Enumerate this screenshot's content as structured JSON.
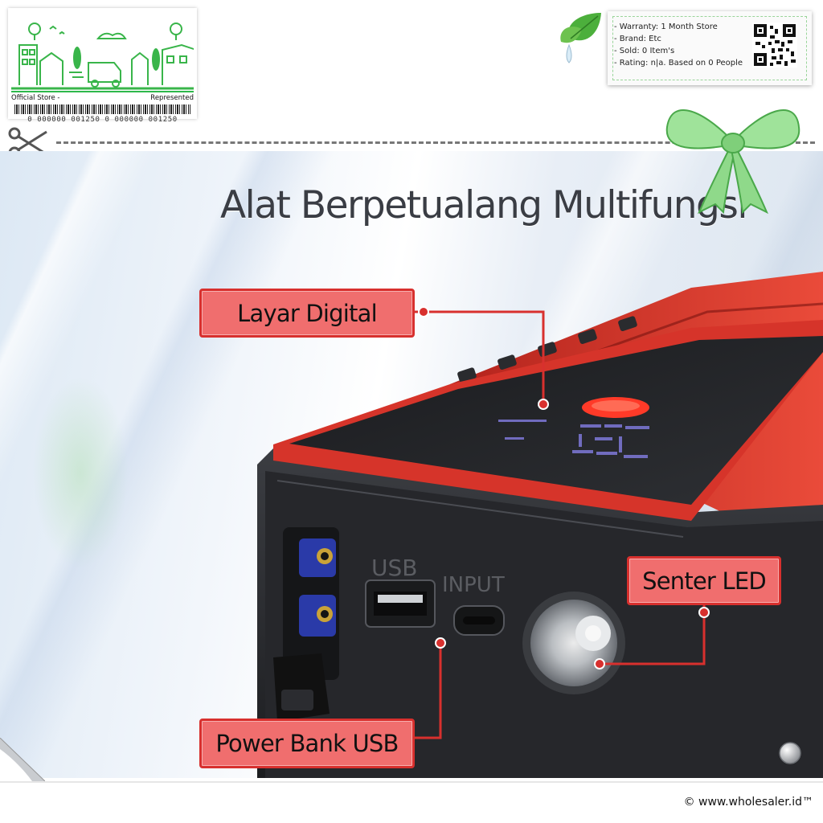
{
  "header": {
    "store_left_label": "Official Store -",
    "store_right_label": "Represented",
    "barcode_number": "0 000000 001250 0 000000 001250",
    "info": {
      "warranty": "- Warranty: 1 Month Store",
      "brand": "- Brand: Etc",
      "sold": "- Sold: 0 Item's",
      "rating": "- Rating: n|a. Based on 0 People"
    }
  },
  "main": {
    "headline": "Alat Berpetualang Multifungsi",
    "callouts": {
      "digital_display": "Layar Digital",
      "led_light": "Senter LED",
      "usb_power_bank": "Power Bank USB"
    },
    "port_labels": {
      "usb": "USB",
      "input": "INPUT"
    }
  },
  "footer": {
    "copyright": "© www.wholesaler.id™"
  },
  "colors": {
    "callout_fill": "#f06e6e",
    "callout_border": "#d8302e",
    "brand_green": "#2eb84b",
    "device_red": "#e23b2f"
  },
  "icons": [
    "city-delivery-icon",
    "scissors-icon",
    "leaf-droplet-icon",
    "qr-code-icon",
    "ribbon-bow-icon",
    "page-curl-icon",
    "round-button-icon"
  ]
}
